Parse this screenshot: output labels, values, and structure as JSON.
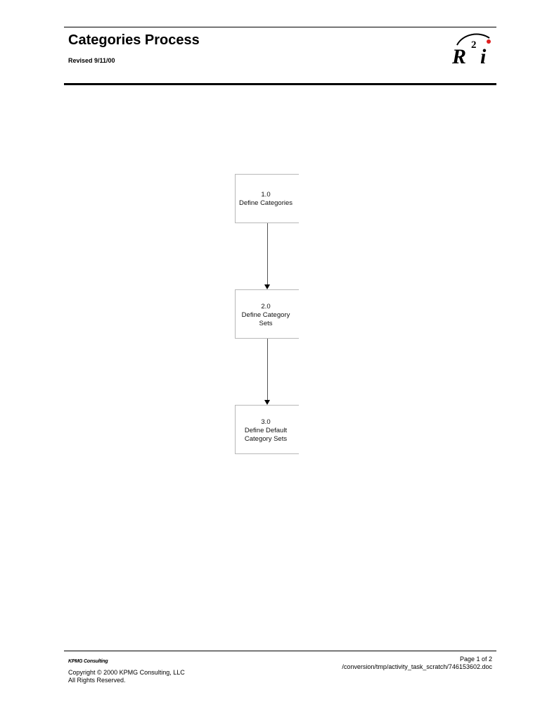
{
  "header": {
    "title": "Categories Process",
    "revised": "Revised 9/11/00",
    "logo": {
      "letters": "R",
      "superscript": "2",
      "trailing": "i",
      "accent_color": "#e02020"
    }
  },
  "diagram": {
    "steps": [
      {
        "lines": [
          "1.0",
          "Define Categories"
        ]
      },
      {
        "lines": [
          "2.0",
          "Define Category",
          "Sets"
        ]
      },
      {
        "lines": [
          "3.0",
          "Define Default",
          "Category Sets"
        ]
      }
    ]
  },
  "footer": {
    "firm": "KPMG Consulting",
    "copyright": "Copyright © 2000 KPMG Consulting, LLC",
    "rights": "All Rights Reserved.",
    "page": "Page 1 of 2",
    "path": "/conversion/tmp/activity_task_scratch/746153602.doc"
  }
}
